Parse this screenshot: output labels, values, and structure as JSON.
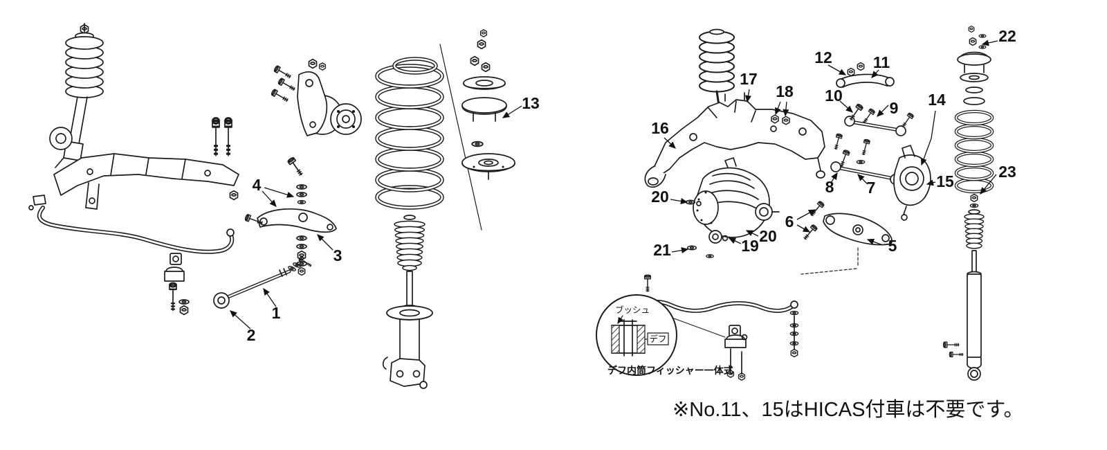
{
  "callouts": {
    "c1": "1",
    "c2": "2",
    "c3": "3",
    "c4": "4",
    "c5": "5",
    "c6": "6",
    "c7": "7",
    "c8": "8",
    "c9": "9",
    "c10": "10",
    "c11": "11",
    "c12": "12",
    "c13": "13",
    "c14": "14",
    "c15": "15",
    "c16": "16",
    "c17": "17",
    "c18": "18",
    "c19": "19",
    "c20a": "20",
    "c20b": "20",
    "c21": "21",
    "c22": "22",
    "c23": "23"
  },
  "inset": {
    "bush_label": "ブッシュ",
    "diff_label": "デフ",
    "caption": "デフ内筒フィッシャー一体式"
  },
  "footnote": "※No.11、15はHICAS付車は不要です。",
  "colors": {
    "line": "#1c1c1c",
    "text": "#111111",
    "background": "#ffffff"
  }
}
